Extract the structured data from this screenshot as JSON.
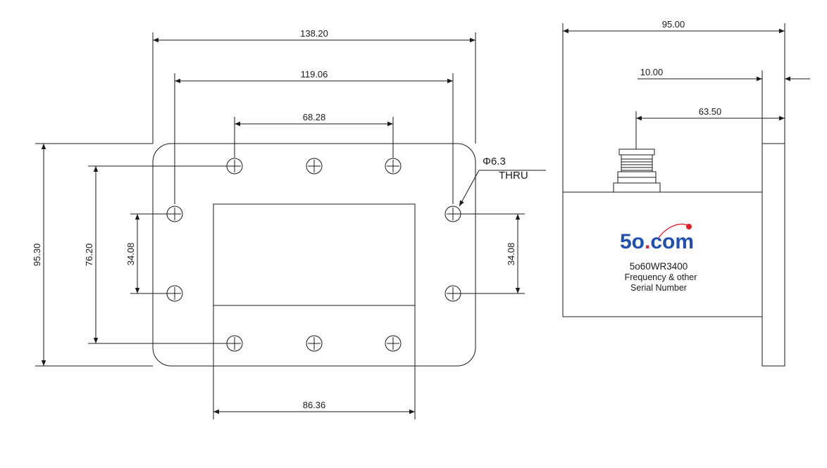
{
  "dimensions": {
    "flange_width": "138.20",
    "outer_hole_span": "119.06",
    "inner_hole_span": "68.28",
    "flange_height": "95.30",
    "outer_hole_vertical": "76.20",
    "left_hole_vertical": "34.08",
    "right_hole_vertical": "34.08",
    "aperture_width": "86.36",
    "body_length": "95.00",
    "flange_thickness": "10.00",
    "connector_offset": "63.50"
  },
  "hole_note": {
    "diameter": "Φ6.3",
    "type": "THRU"
  },
  "label": {
    "logo_text_main": "5o",
    "logo_text_dot": ".",
    "logo_text_tail": "com",
    "model": "5o60WR3400",
    "line2": "Frequency & other",
    "line3": "Serial Number"
  },
  "colors": {
    "line": "#1a1a1a",
    "logo_blue": "#1f4fb4",
    "logo_red": "#e0202a",
    "body_fill": "#ffffff"
  }
}
